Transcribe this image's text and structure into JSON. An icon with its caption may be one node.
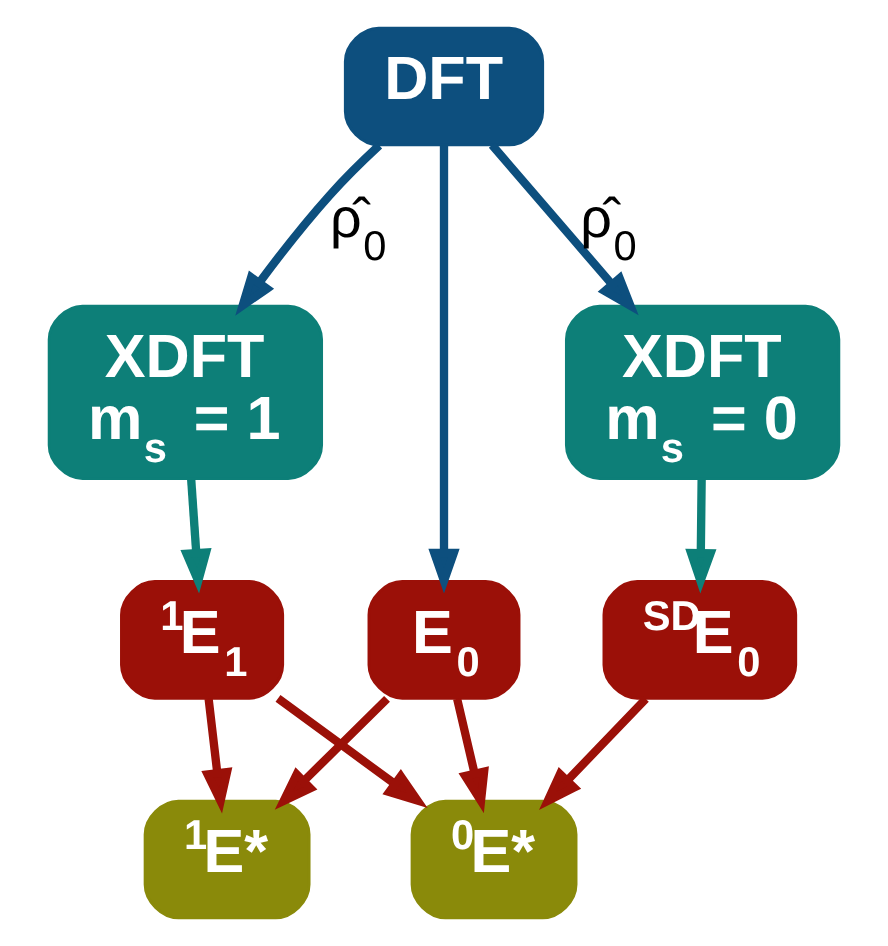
{
  "diagram": {
    "nodes": [
      {
        "text": [
          "DFT"
        ]
      },
      {
        "text": [
          "XDFT",
          "m$_{s}$ = 1"
        ]
      },
      {
        "text": [
          "XDFT",
          "m$_{s}$ = 0"
        ]
      },
      {
        "text": [
          "$^{1}$E$_{1}$"
        ]
      },
      {
        "text": [
          "E$_{0}$"
        ]
      },
      {
        "text": [
          "$^{SD}$E$_{0}$"
        ]
      },
      {
        "text": [
          "$^{1}$E*"
        ]
      },
      {
        "text": [
          "$^{0}$E*"
        ]
      }
    ],
    "edges": [
      {
        "from": 0,
        "to": 1,
        "arrow": "to",
        "label": "ρ̂$_{0}$",
        "color": "#0d4f7e"
      },
      {
        "from": 0,
        "to": 4,
        "arrow": "to",
        "color": "#0d4f7e"
      },
      {
        "from": 0,
        "to": 2,
        "arrow": "to",
        "label": "ρ̂$_{0}$",
        "color": "#0d4f7e"
      },
      {
        "from": 1,
        "to": 3,
        "arrow": "to",
        "color": "#0d7f78"
      },
      {
        "from": 2,
        "to": 5,
        "arrow": "to",
        "color": "#0d7f78"
      },
      {
        "from": 3,
        "to": 6,
        "arrow": "to"
      },
      {
        "from": 3,
        "to": 7,
        "arrow": "to"
      },
      {
        "from": 4,
        "to": 6,
        "arrow": "to"
      },
      {
        "from": 4,
        "to": 7,
        "arrow": "to"
      },
      {
        "from": 5,
        "to": 7,
        "arrow": "to"
      }
    ]
  }
}
